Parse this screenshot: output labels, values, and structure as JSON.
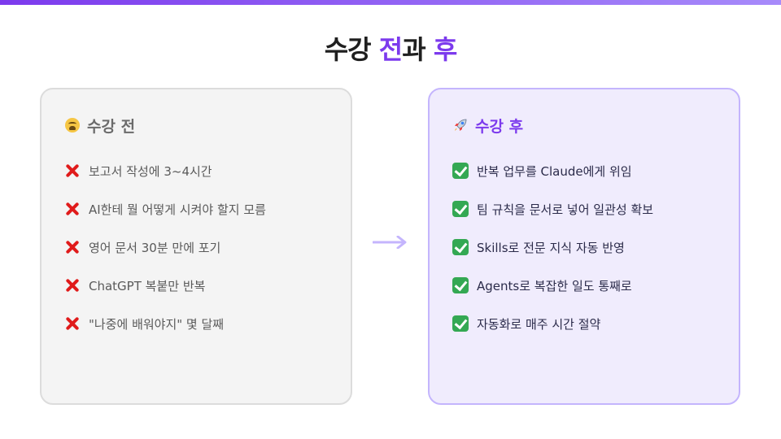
{
  "title": {
    "part1": "수강 ",
    "part2": "전",
    "part3": "과 ",
    "part4": "후"
  },
  "colors": {
    "accent": "#7c3aed",
    "before_bg": "#f4f4f4",
    "after_bg": "#f0ecfd",
    "x_red": "#e01b1b",
    "check_green": "#34a853"
  },
  "before": {
    "heading": "수강 전",
    "icon": "tired-face-icon",
    "items": [
      "보고서 작성에 3~4시간",
      "AI한테 뭘 어떻게 시켜야 할지 모름",
      "영어 문서 30분 만에 포기",
      "ChatGPT 복붙만 반복",
      "\"나중에 배워야지\" 몇 달째"
    ]
  },
  "after": {
    "heading": "수강 후",
    "icon": "rocket-icon",
    "items": [
      "반복 업무를 Claude에게 위임",
      "팀 규칙을 문서로 넣어 일관성 확보",
      "Skills로 전문 지식 자동 반영",
      "Agents로 복잡한 일도 통째로",
      "자동화로 매주 시간 절약"
    ]
  }
}
